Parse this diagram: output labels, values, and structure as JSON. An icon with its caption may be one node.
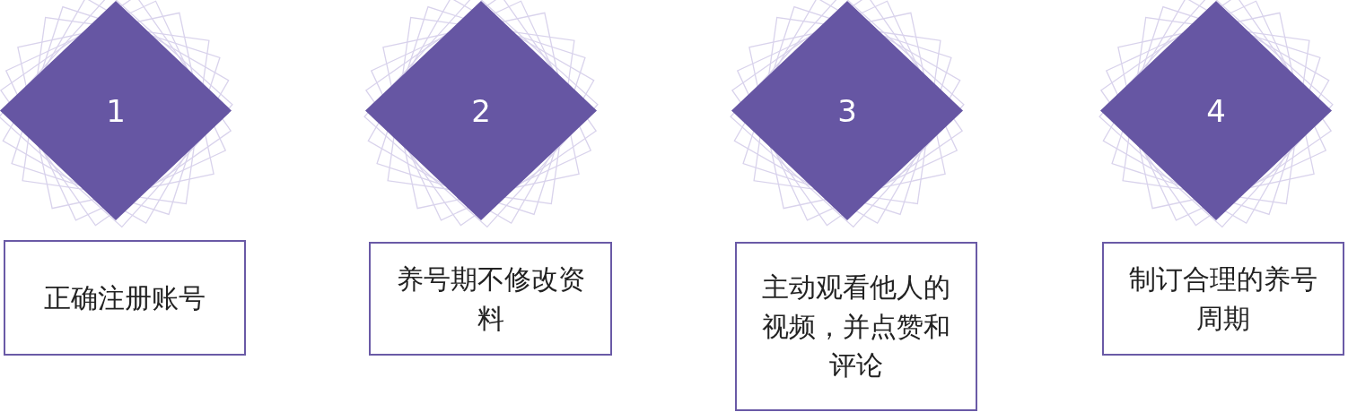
{
  "diagram": {
    "nodes": [
      {
        "text": [
          "1"
        ]
      },
      {
        "text": [
          "正确注册账号"
        ]
      },
      {
        "text": [
          "2"
        ]
      },
      {
        "text": [
          "养号期不修改资料"
        ]
      },
      {
        "text": [
          "3"
        ]
      },
      {
        "text": [
          "主动观看他人的视频，并点赞和评论"
        ]
      },
      {
        "text": [
          "4"
        ]
      },
      {
        "text": [
          "制订合理的养号周期"
        ]
      }
    ]
  }
}
